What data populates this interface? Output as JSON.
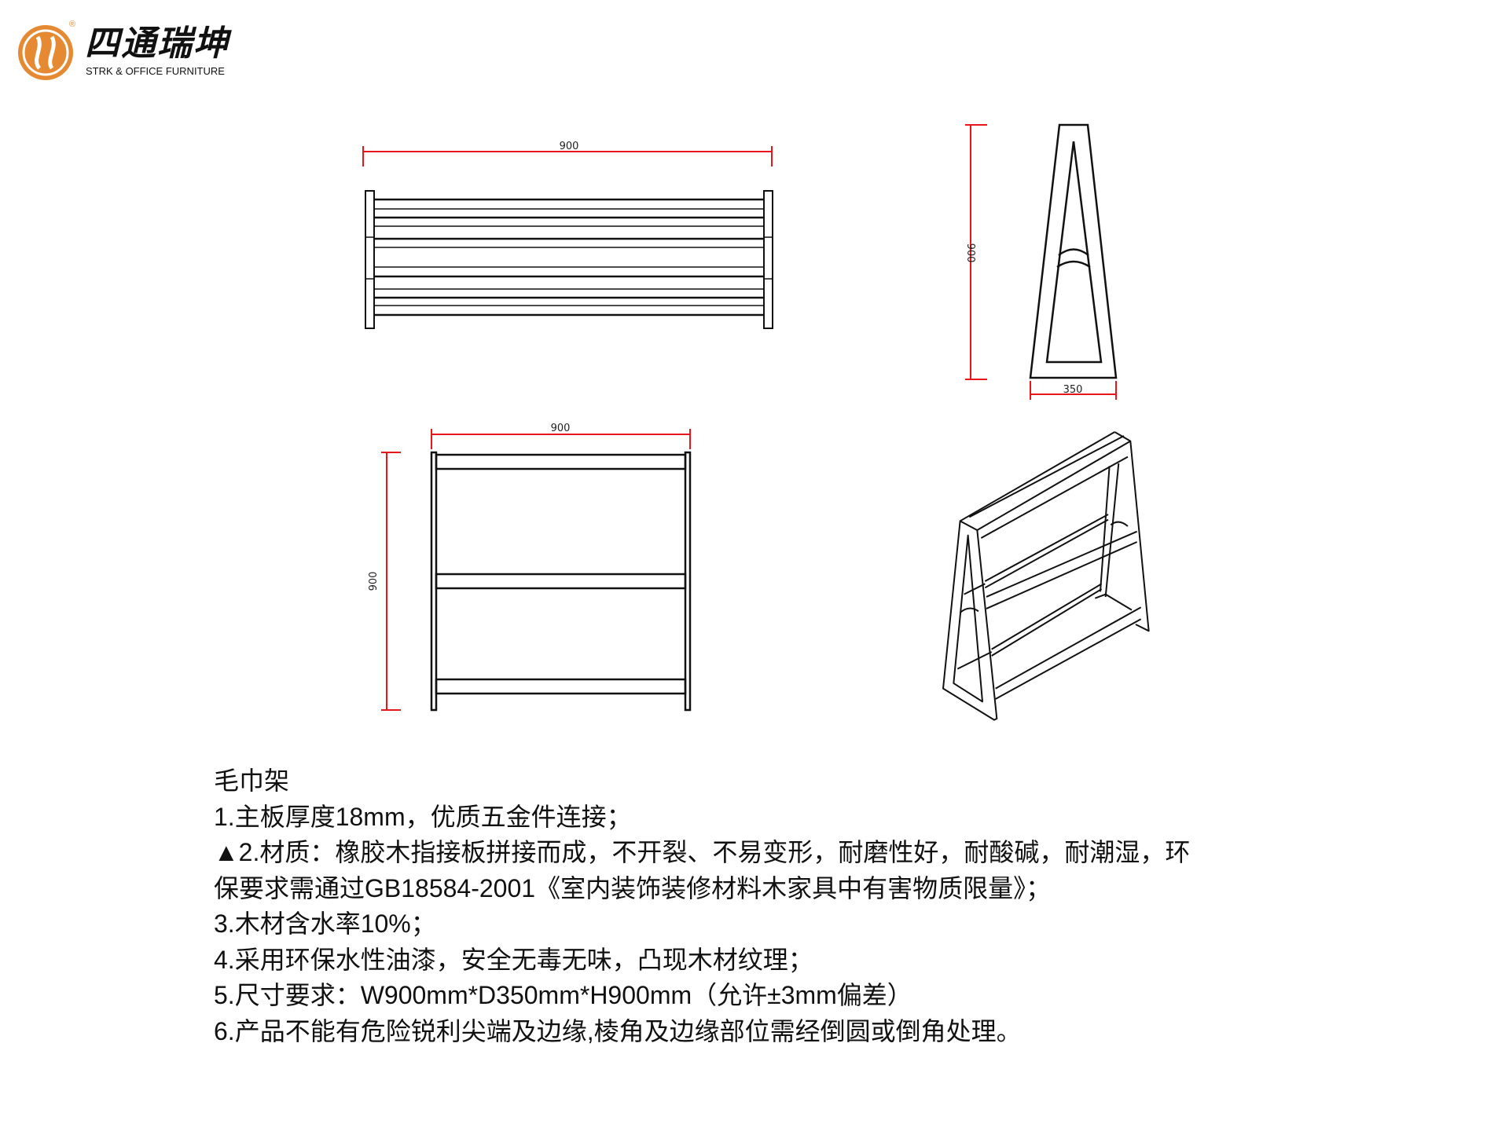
{
  "logo": {
    "brand_cn": "四通瑞坤",
    "brand_en": "STRK & OFFICE FURNITURE",
    "registered_mark": "®",
    "brand_color": "#e58a33"
  },
  "drawing": {
    "top_view_width": "900",
    "side_view_height": "900",
    "side_view_depth": "350",
    "front_view_width": "900",
    "front_view_height": "900",
    "dimension_color": "#e8151b"
  },
  "spec": {
    "title": "毛巾架",
    "item1": "1.主板厚度18mm，优质五金件连接；",
    "item2_line1": "▲2.材质：橡胶木指接板拼接而成，不开裂、不易变形，耐磨性好，耐酸碱，耐潮湿，环",
    "item2_line2": "保要求需通过GB18584-2001《室内装饰装修材料木家具中有害物质限量》；",
    "item3": "3.木材含水率10%；",
    "item4": "4.采用环保水性油漆，安全无毒无味，凸现木材纹理；",
    "item5": "5.尺寸要求：W900mm*D350mm*H900mm（允许±3mm偏差）",
    "item6": "6.产品不能有危险锐利尖端及边缘,棱角及边缘部位需经倒圆或倒角处理。"
  }
}
